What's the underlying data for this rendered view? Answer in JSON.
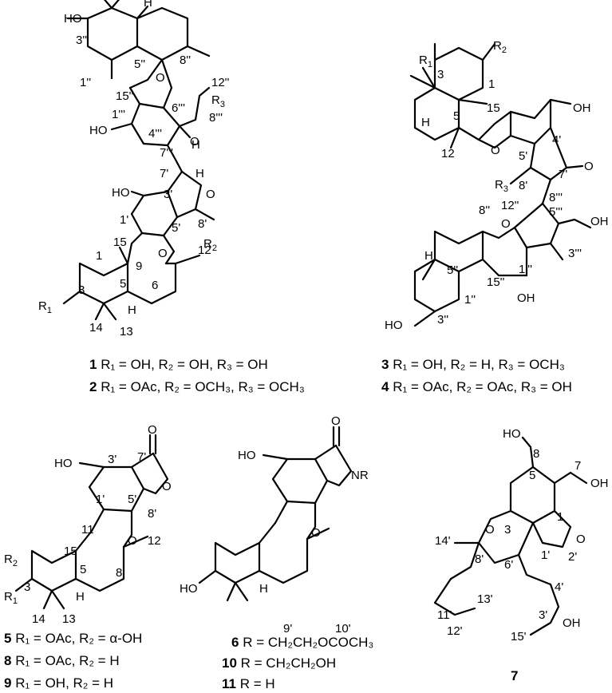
{
  "compound_1_2": {
    "atoms": {
      "ho_top": "HO",
      "c3pp": "3''",
      "c5pp": "5''",
      "h5pp": "H",
      "c8pp": "8''",
      "c12pp": "12''",
      "c1pp": "1''",
      "c15pp": "15''",
      "o_top": "O",
      "c6ppp": "6'''",
      "r3": "R",
      "r3_sub": "3",
      "c8ppp": "8'''",
      "c1ppp": "1'''",
      "ho_mid": "HO",
      "o_mid": "O",
      "c4ppp": "4'''",
      "c7ppp": "7'''",
      "h7ppp": "H",
      "c7p": "7'",
      "h7p": "H",
      "c3p": "3'",
      "ho_low": "HO",
      "o_low": "O",
      "c1p": "1'",
      "c5p": "5'",
      "c8p": "8'",
      "r2": "R",
      "r2_sub": "2",
      "c15": "15",
      "c9": "9",
      "o_ring": "O",
      "c12": "12",
      "c1": "1",
      "c3": "3",
      "c5": "5",
      "c6": "6",
      "r1": "R",
      "r1_sub": "1",
      "h5": "H",
      "c14": "14",
      "c13": "13"
    },
    "captions": [
      {
        "num": "1",
        "text": " R₁ = OH, R₂ = OH, R₃ = OH"
      },
      {
        "num": "2",
        "text": " R₁ = OAc, R₂ = OCH₃, R₃ = OCH₃"
      }
    ]
  },
  "compound_3_4": {
    "atoms": {
      "r1": "R",
      "r1_sub": "1",
      "r2": "R",
      "r2_sub": "2",
      "c3": "3",
      "c1": "1",
      "c5": "5",
      "h5": "H",
      "c15": "15",
      "oh_top": "OH",
      "o_ring": "O",
      "c12": "12",
      "c5p": "5'",
      "c4p": "4'",
      "c7p": "7'",
      "o_keto": "O",
      "r3": "R",
      "r3_sub": "3",
      "c8p": "8'",
      "c8ppp": "8'''",
      "c5ppp": "5'''",
      "c8pp": "8''",
      "c12pp": "12''",
      "o_low": "O",
      "oh_side": "OH",
      "h5pp": "H",
      "c5pp": "5''",
      "c15pp": "15''",
      "c1ppp": "1'''",
      "c3ppp": "3'''",
      "c1pp": "1''",
      "ho_bot": "HO",
      "c3pp": "3''",
      "oh_bot": "OH"
    },
    "captions": [
      {
        "num": "3",
        "text": " R₁ = OH, R₂ = H, R₃ = OCH₃"
      },
      {
        "num": "4",
        "text": " R₁ = OAc, R₂ = OAc, R₃ = OH"
      }
    ]
  },
  "compound_5_8_9": {
    "atoms": {
      "o_keto": "O",
      "ho": "HO",
      "c3p": "3'",
      "c7p": "7'",
      "c1p": "1'",
      "c5p": "5'",
      "o_lac": "O",
      "c8p": "8'",
      "c11": "11",
      "c15": "15",
      "o_ring": "O",
      "c12": "12",
      "c8": "8",
      "r2": "R",
      "r2_sub": "2",
      "c3": "3",
      "r1": "R",
      "r1_sub": "1",
      "c5": "5",
      "h5": "H",
      "c14": "14",
      "c13": "13"
    },
    "captions": [
      {
        "num": "5",
        "text": " R₁ = OAc, R₂ = α-OH"
      },
      {
        "num": "8",
        "text": " R₁ = OAc, R₂ = H"
      },
      {
        "num": "9",
        "text": " R₁ = OH, R₂ = H"
      }
    ]
  },
  "compound_6_10_11": {
    "atoms": {
      "o_keto": "O",
      "ho": "HO",
      "nr": "NR",
      "o_ring": "O",
      "ho_low": "HO",
      "h5": "H"
    },
    "captions": [
      {
        "num": "6",
        "text": " R = CH₂CH₂OCOCH₃",
        "label9": "9'",
        "label10": "10'"
      },
      {
        "num": "10",
        "text": " R = CH₂CH₂OH"
      },
      {
        "num": "11",
        "text": " R = H"
      }
    ]
  },
  "compound_7": {
    "atoms": {
      "ho": "HO",
      "c8": "8",
      "c7": "7",
      "oh": "OH",
      "c5": "5",
      "c3": "3",
      "c1": "1",
      "o_pyran": "O",
      "o_furan": "O",
      "c14p": "14'",
      "c8p": "8'",
      "c6p": "6'",
      "c1p": "1'",
      "c2p": "2'",
      "c4p": "4'",
      "c11p": "11'",
      "c13p": "13'",
      "c12p": "12'",
      "c3p": "3'",
      "oh_side": "OH",
      "c15p": "15'"
    },
    "number": "7"
  }
}
